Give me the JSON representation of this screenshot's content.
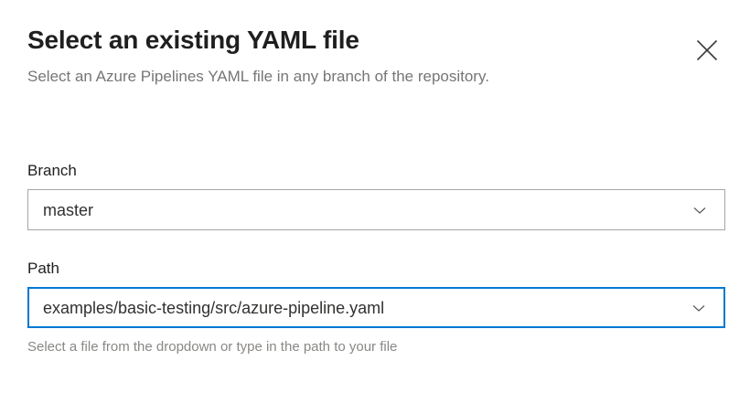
{
  "dialog": {
    "title": "Select an existing YAML file",
    "subtitle": "Select an Azure Pipelines YAML file in any branch of the repository.",
    "close_label": "Close",
    "close_icon": "close-icon",
    "accent_color": "#0078d4",
    "title_color": "#1f1f1f",
    "subtitle_color": "#767676",
    "border_color": "#a6a6a6",
    "hint_color": "#8a8886",
    "background_color": "#ffffff"
  },
  "form": {
    "branch": {
      "label": "Branch",
      "value": "master",
      "placeholder": "Select a branch",
      "chevron_icon": "chevron-down-icon",
      "focused": false
    },
    "path": {
      "label": "Path",
      "value": "examples/basic-testing/src/azure-pipeline.yaml",
      "placeholder": "Select a path",
      "chevron_icon": "chevron-down-icon",
      "hint": "Select a file from the dropdown or type in the path to your file",
      "focused": true
    }
  }
}
